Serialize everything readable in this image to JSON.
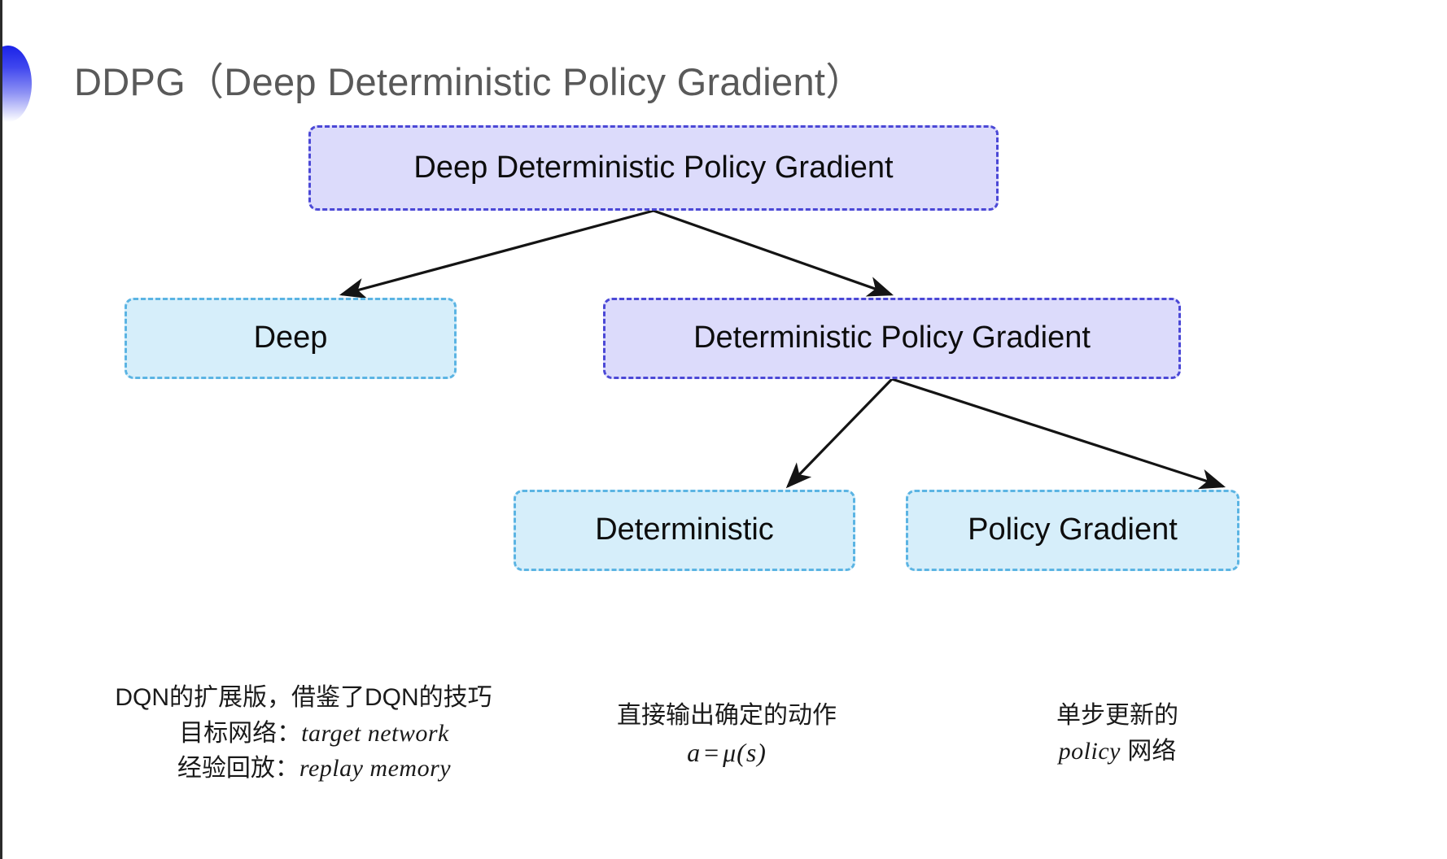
{
  "slide": {
    "title": "DDPG（Deep Deterministic Policy Gradient）",
    "bullet_icon": "gradient-half-circle-bullet",
    "background_color": "#ffffff",
    "accent_color": "#3f46ee"
  },
  "colors": {
    "purple_fill": "#dcdbfb",
    "purple_border": "#4b48d6",
    "blue_fill": "#d6eefa",
    "blue_border": "#5bb4e3",
    "arrow": "#141414",
    "title_text": "#595959",
    "body_text": "#1a1a1a"
  },
  "diagram": {
    "type": "tree",
    "nodes": [
      {
        "id": "root",
        "label": "Deep Deterministic Policy Gradient",
        "style": "purple"
      },
      {
        "id": "deep",
        "label": "Deep",
        "style": "blue"
      },
      {
        "id": "dpg",
        "label": "Deterministic Policy Gradient",
        "style": "purple"
      },
      {
        "id": "det",
        "label": "Deterministic",
        "style": "blue"
      },
      {
        "id": "pg",
        "label": "Policy Gradient",
        "style": "blue"
      }
    ],
    "edges": [
      {
        "from": "root",
        "to": "deep"
      },
      {
        "from": "root",
        "to": "dpg"
      },
      {
        "from": "dpg",
        "to": "det"
      },
      {
        "from": "dpg",
        "to": "pg"
      }
    ]
  },
  "captions": {
    "deep": {
      "line1": "DQN的扩展版，借鉴了DQN的技巧",
      "line2_label": "目标网络：",
      "line2_term": "target network",
      "line3_label": "经验回放：",
      "line3_term": "replay memory"
    },
    "deterministic": {
      "line1": "直接输出确定的动作",
      "formula_lhs": "a",
      "formula_op": "=",
      "formula_rhs": "μ(s)"
    },
    "policy_gradient": {
      "line1": "单步更新的",
      "line2_term": "policy",
      "line2_rest": " 网络"
    }
  }
}
